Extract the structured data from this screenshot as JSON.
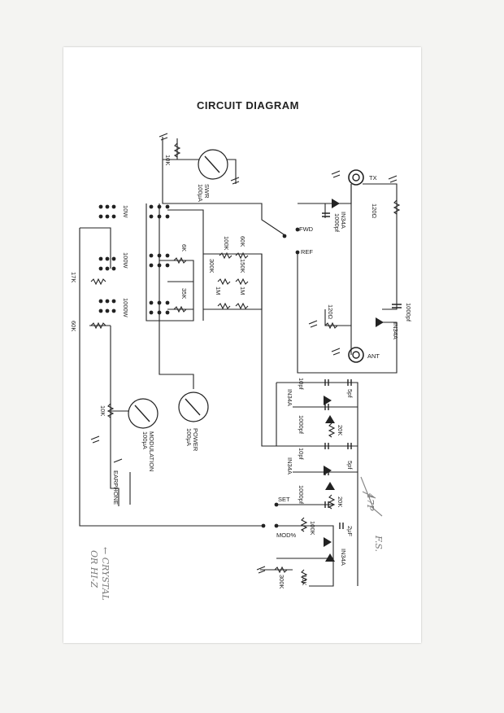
{
  "title": "CIRCUIT DIAGRAM",
  "labels": {
    "tx": "TX",
    "ant": "ANT",
    "fwd": "FWD",
    "ref": "REF",
    "set": "SET",
    "mod": "MOD%",
    "earphone": "EARPHONE",
    "r_10k_top": "10K",
    "r_10k_mod": "10K",
    "r_10k_bot": "10K",
    "r_120_tx": "120Ω",
    "r_120_mid": "120Ω",
    "r_17k": "17K",
    "r_60k_left": "60K",
    "r_6k": "6K",
    "r_35k": "35K",
    "r_100k_a": "100K",
    "r_100k_b": "100K",
    "r_60k_mid": "60K",
    "r_300k_a": "300K",
    "r_300k_b": "300K",
    "r_150k": "150K",
    "r_1m_a": "1M",
    "r_1m_b": "1M",
    "r_20k_a": "20K",
    "r_20k_b": "20K",
    "c_1000pf_a": "1000pf",
    "c_1000pf_b": "1000pf",
    "c_1000pf_c": "1000pf",
    "c_1000pf_d": "1000pf",
    "c_10pf_a": "10pf",
    "c_10pf_b": "10pf",
    "c_5pf_a": "5pf",
    "c_5pf_b": "5pf",
    "c_2uf": "2μF",
    "d_in34a_a": "IN34A",
    "d_in34a_b": "IN34A",
    "d_in34a_c": "IN34A",
    "d_in34a_d": "IN34A",
    "d_in34a_e": "IN34A",
    "sw_10w": "10W",
    "sw_100w": "100W",
    "sw_1000w": "1000W",
    "meter_swr": "SWR",
    "meter_swr_val": "100μA",
    "meter_mod": "MODULATION",
    "meter_mod_val": "100μA",
    "meter_pwr": "POWER",
    "meter_pwr_val": "100μA"
  },
  "annotations": {
    "crystal_1": "← CRYSTAL",
    "crystal_2": "OR HI-Z",
    "fs": "F.S.",
    "gnd_hand": "47P"
  }
}
